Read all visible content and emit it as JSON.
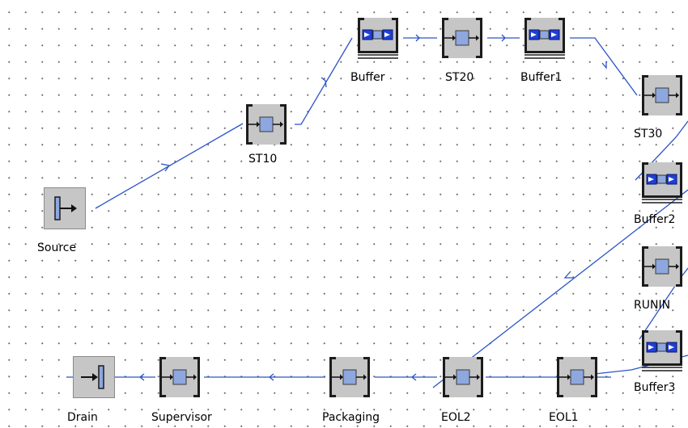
{
  "colors": {
    "connector": "#2a54c8",
    "tile_face": "#c6c6c6",
    "tile_frame": "#1c1c1c",
    "block_fill": "#8ea7df",
    "buffer_blue": "#1f3fd6"
  },
  "nodes": [
    {
      "id": "source",
      "type": "source",
      "label": "Source"
    },
    {
      "id": "st10",
      "type": "station",
      "label": "ST10"
    },
    {
      "id": "buffer",
      "type": "buffer",
      "label": "Buffer"
    },
    {
      "id": "st20",
      "type": "station",
      "label": "ST20"
    },
    {
      "id": "buffer1",
      "type": "buffer",
      "label": "Buffer1"
    },
    {
      "id": "st30",
      "type": "station",
      "label": "ST30"
    },
    {
      "id": "buffer2",
      "type": "buffer",
      "label": "Buffer2"
    },
    {
      "id": "runin",
      "type": "station",
      "label": "RUNIN"
    },
    {
      "id": "buffer3",
      "type": "buffer",
      "label": "Buffer3"
    },
    {
      "id": "eol1",
      "type": "station",
      "label": "EOL1"
    },
    {
      "id": "eol2",
      "type": "station",
      "label": "EOL2"
    },
    {
      "id": "packaging",
      "type": "station",
      "label": "Packaging"
    },
    {
      "id": "supervisor",
      "type": "station",
      "label": "Supervisor"
    },
    {
      "id": "drain",
      "type": "drain",
      "label": "Drain"
    }
  ],
  "connections": [
    [
      "source",
      "st10"
    ],
    [
      "st10",
      "buffer"
    ],
    [
      "buffer",
      "st20"
    ],
    [
      "st20",
      "buffer1"
    ],
    [
      "buffer1",
      "st30"
    ],
    [
      "st30",
      "buffer2"
    ],
    [
      "buffer2",
      "eol2"
    ],
    [
      "runin",
      "buffer3"
    ],
    [
      "buffer3",
      "eol1"
    ],
    [
      "eol1",
      "eol2"
    ],
    [
      "eol2",
      "packaging"
    ],
    [
      "packaging",
      "supervisor"
    ],
    [
      "supervisor",
      "drain"
    ]
  ]
}
